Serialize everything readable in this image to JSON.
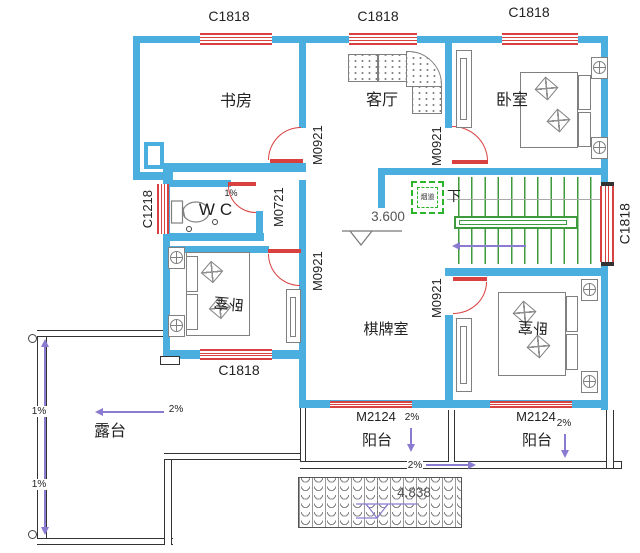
{
  "rooms": {
    "study": "书房",
    "living": "客厅",
    "bedroom": "卧室",
    "wc": "WC",
    "game_room": "棋牌室",
    "terrace": "露台",
    "balcony": "阳台"
  },
  "openings": {
    "c1818": "C1818",
    "c1218": "C1218",
    "m0921": "M0921",
    "m0721": "M0721",
    "m2124": "M2124"
  },
  "levels": {
    "floor": "3.600",
    "canopy": "4.838"
  },
  "slopes": {
    "one_pct": "1%",
    "two_pct": "2%"
  },
  "stairs": {
    "down": "下",
    "flue": "烟道"
  },
  "colors": {
    "wall": "#4aaede",
    "opening": "#d94040",
    "stair": "#3d9a3d",
    "arrow": "#8a7ad0",
    "outline": "#333333",
    "furniture": "#808080",
    "flue_box": "#2ab52a"
  }
}
